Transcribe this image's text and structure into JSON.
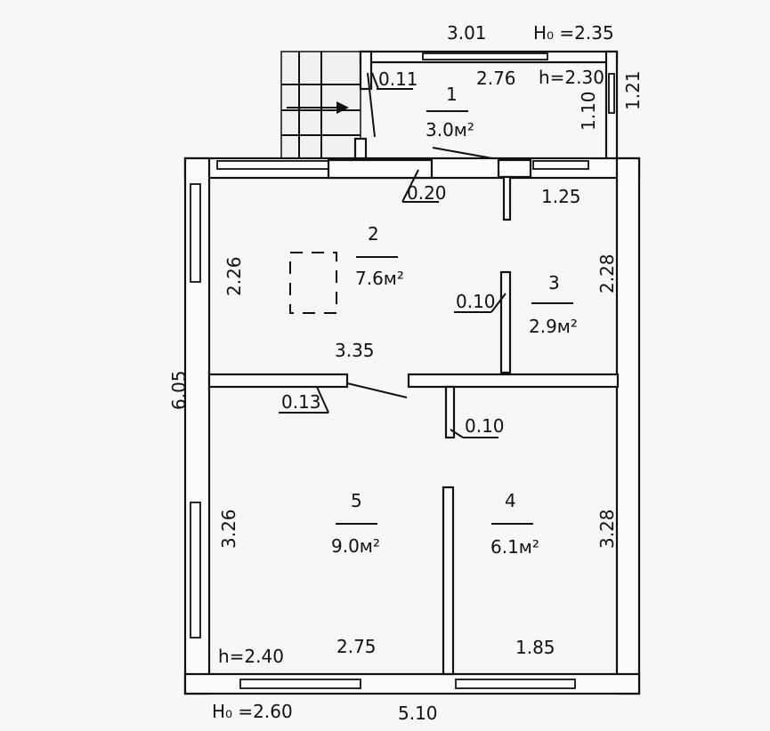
{
  "plan": {
    "entrance_annotations": {
      "vestibule_length": "3.01",
      "vestibule_height": "H₀ =2.35",
      "inner_length": "2.76",
      "inner_height": "h=2.30",
      "right_width": "1.21",
      "right_inner_width": "1.10",
      "wall_thickness_top": "0.11"
    },
    "room_1": {
      "number": "1",
      "area": "3.0м²"
    },
    "room_2": {
      "number": "2",
      "area": "7.6м²",
      "height_side": "2.26",
      "wall_thickness": "0.20",
      "inner_length": "3.35"
    },
    "room_3": {
      "number": "3",
      "area": "2.9м²",
      "top_length": "1.25",
      "height_side": "2.28",
      "partition_thickness": "0.10"
    },
    "room_4": {
      "number": "4",
      "area": "6.1м²",
      "height_side": "3.28",
      "bottom_length": "1.85"
    },
    "room_5": {
      "number": "5",
      "area": "9.0м²",
      "height_side": "3.26",
      "bottom_length": "2.75",
      "inner_height": "h=2.40"
    },
    "partition_thickness_mid": "0.13",
    "partition_thickness_room4": "0.10",
    "overall": {
      "left_length": "6.05",
      "bottom_length": "5.10",
      "outer_height": "H₀ =2.60"
    }
  }
}
